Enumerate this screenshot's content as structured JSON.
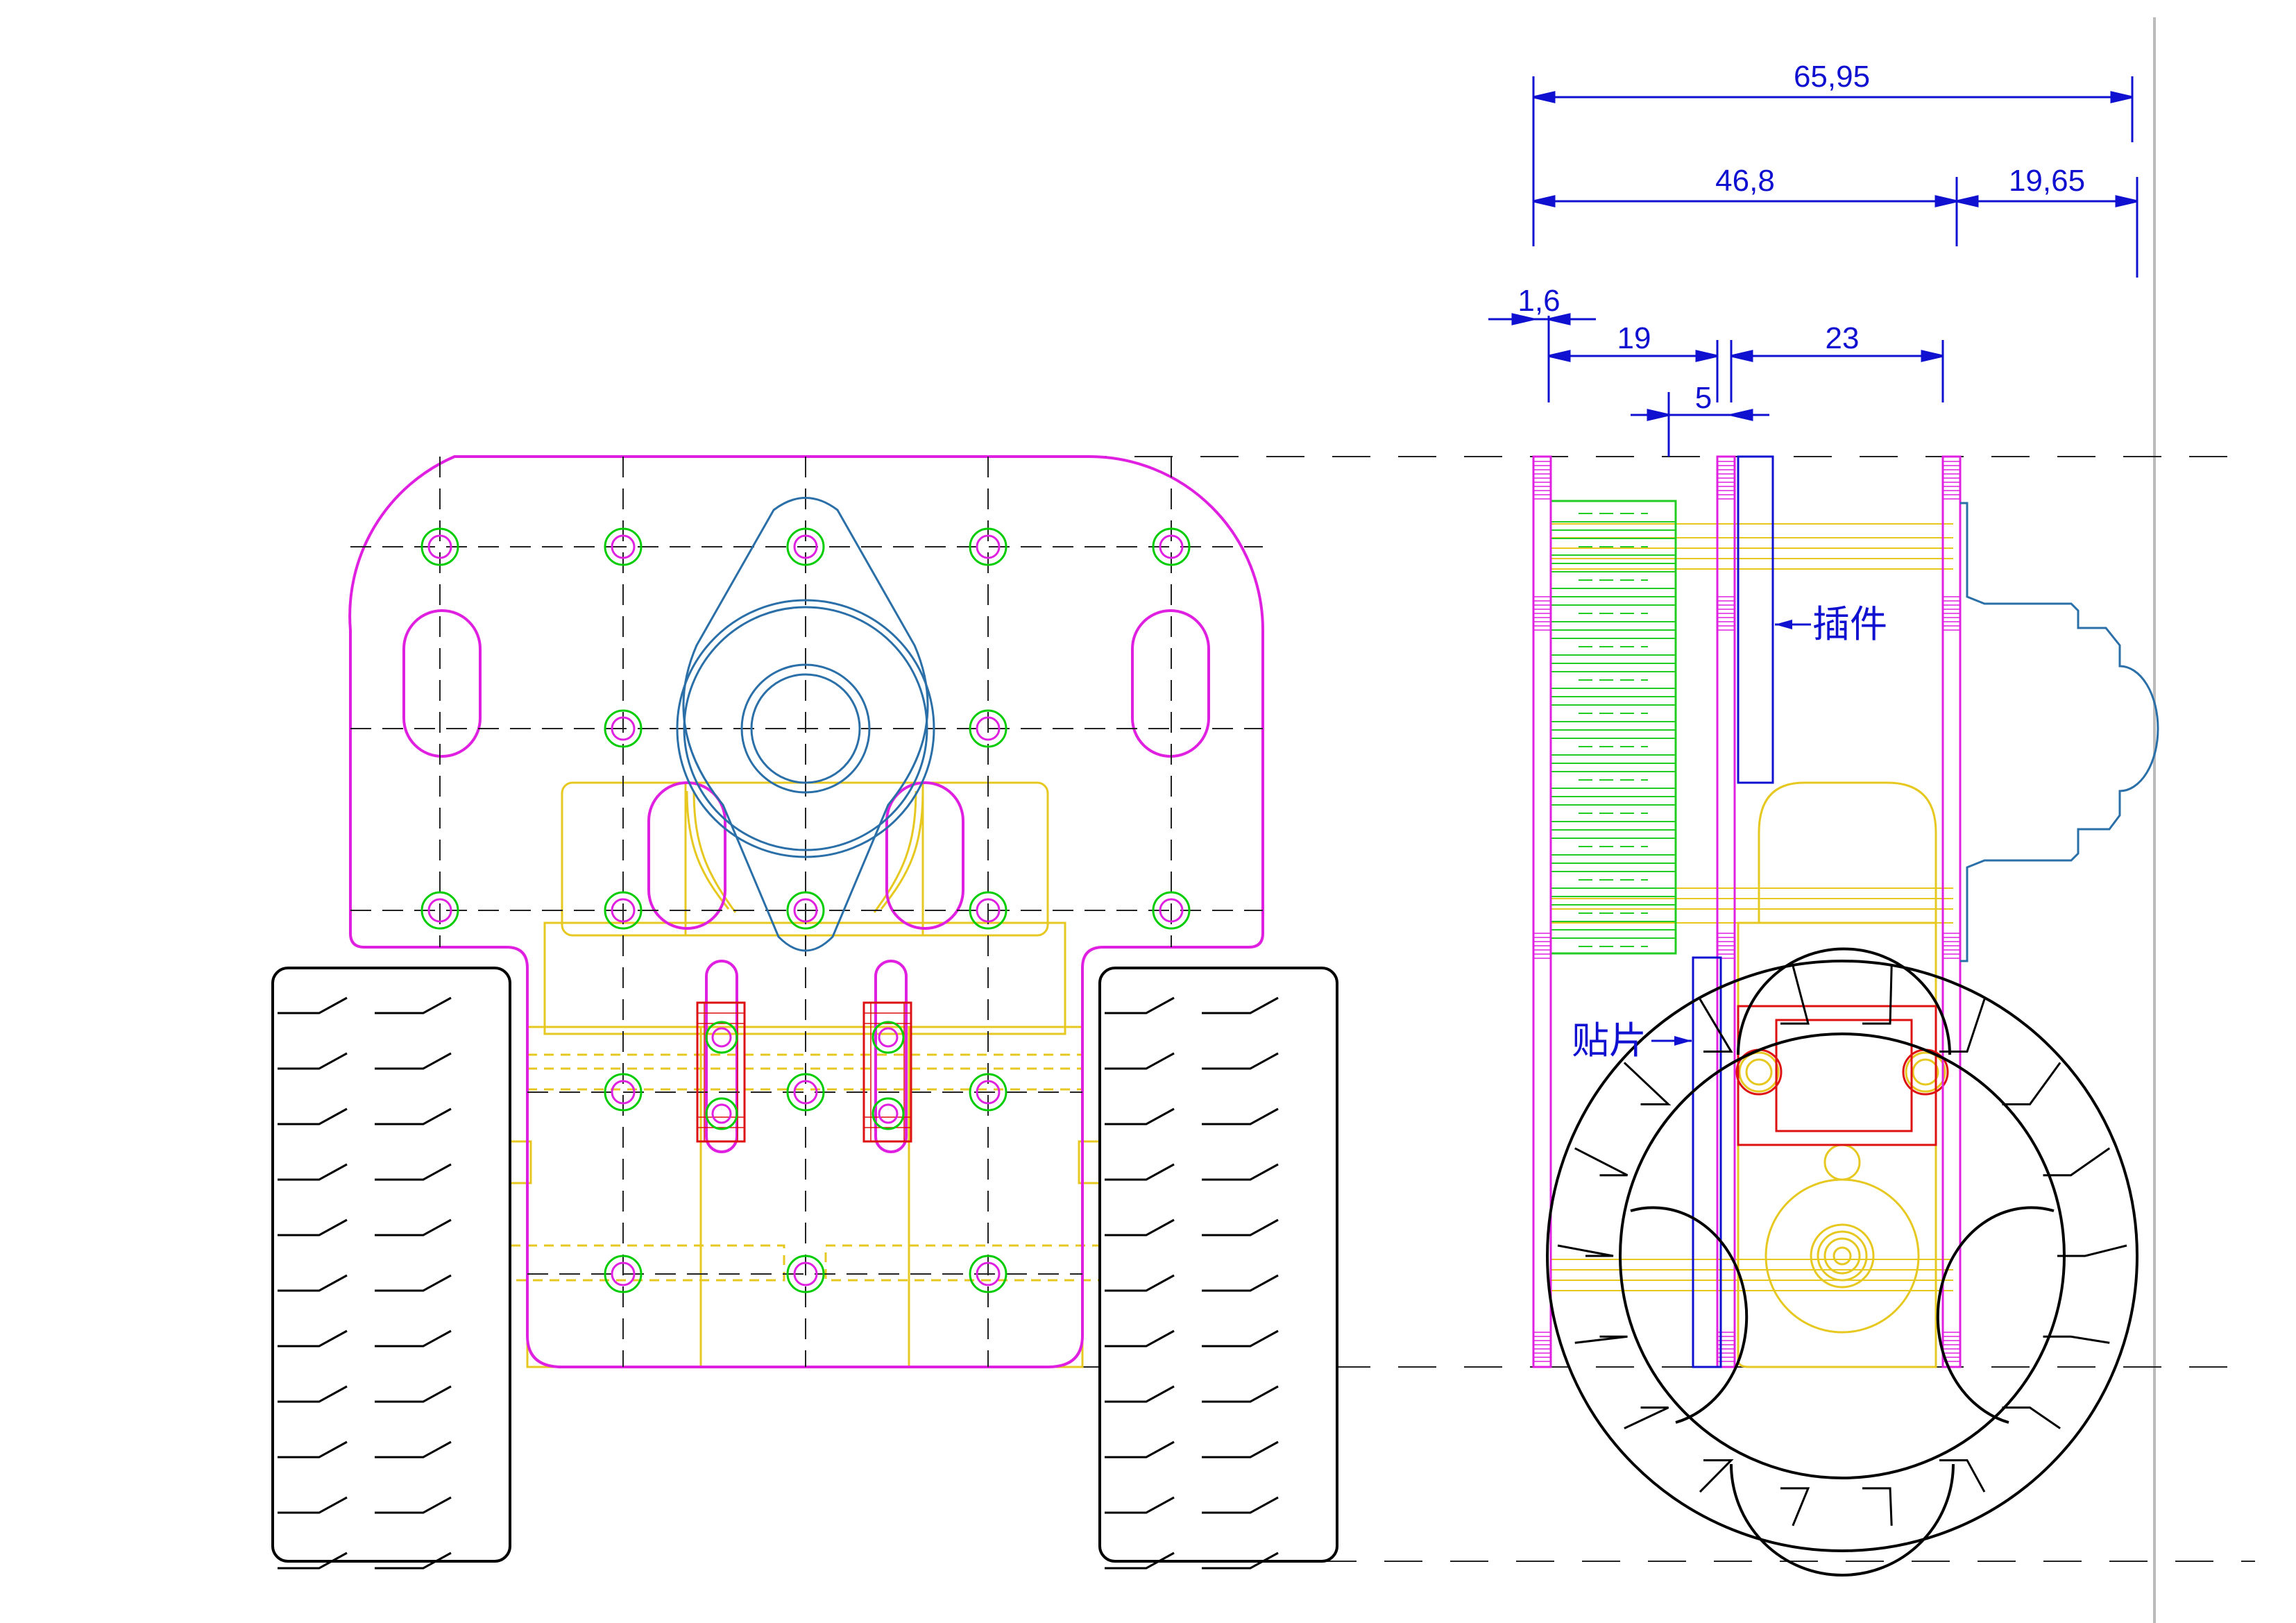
{
  "colors": {
    "frame": "#e020e0",
    "hole": "#00cc00",
    "bracket": "#e6c820",
    "motor": "#2a6fa8",
    "gear": "#22cc22",
    "wheel": "#000000",
    "dimension": "#1010d0",
    "centerline": "#222222",
    "clip": "#dd1111",
    "border": "#bbbbbb"
  },
  "dimensions": {
    "overall": "65,95",
    "body": "46,8",
    "motor": "19,65",
    "plate": "1,6",
    "gear_gap": "19",
    "bracket_gap": "23",
    "slot": "5"
  },
  "notes": {
    "plugin": "插件",
    "patch": "贴片"
  }
}
